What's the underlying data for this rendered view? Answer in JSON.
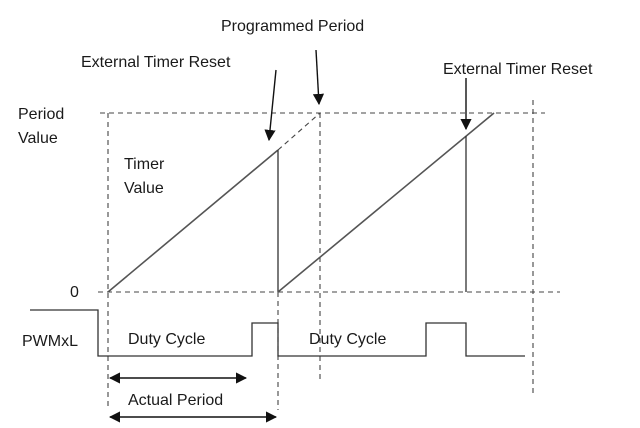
{
  "labels": {
    "programmed_period": "Programmed Period",
    "external_timer_reset_left": "External Timer Reset",
    "external_timer_reset_right": "External Timer Reset",
    "period_value_line1": "Period",
    "period_value_line2": "Value",
    "timer_value_line1": "Timer",
    "timer_value_line2": "Value",
    "zero": "0",
    "pwm_signal": "PWMxL",
    "duty_cycle_1": "Duty Cycle",
    "duty_cycle_2": "Duty Cycle",
    "actual_period": "Actual Period"
  }
}
